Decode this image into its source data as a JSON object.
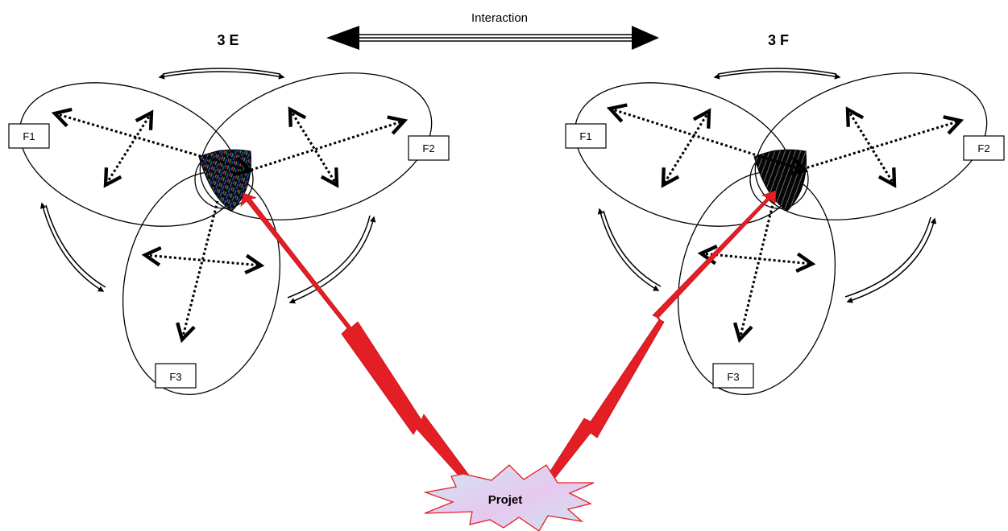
{
  "interaction_label": "Interaction",
  "groups": [
    {
      "title": "3 E",
      "labels": {
        "f1": "F1",
        "f2": "F2",
        "f3": "F3"
      }
    },
    {
      "title": "3 F",
      "labels": {
        "f1": "F1",
        "f2": "F2",
        "f3": "F3"
      }
    }
  ],
  "project_label": "Projet",
  "colors": {
    "lines": "#000000",
    "lightning": "#e31e24",
    "burst_fill": "#cfe6f5",
    "burst_tint": "#e6c8ee"
  }
}
